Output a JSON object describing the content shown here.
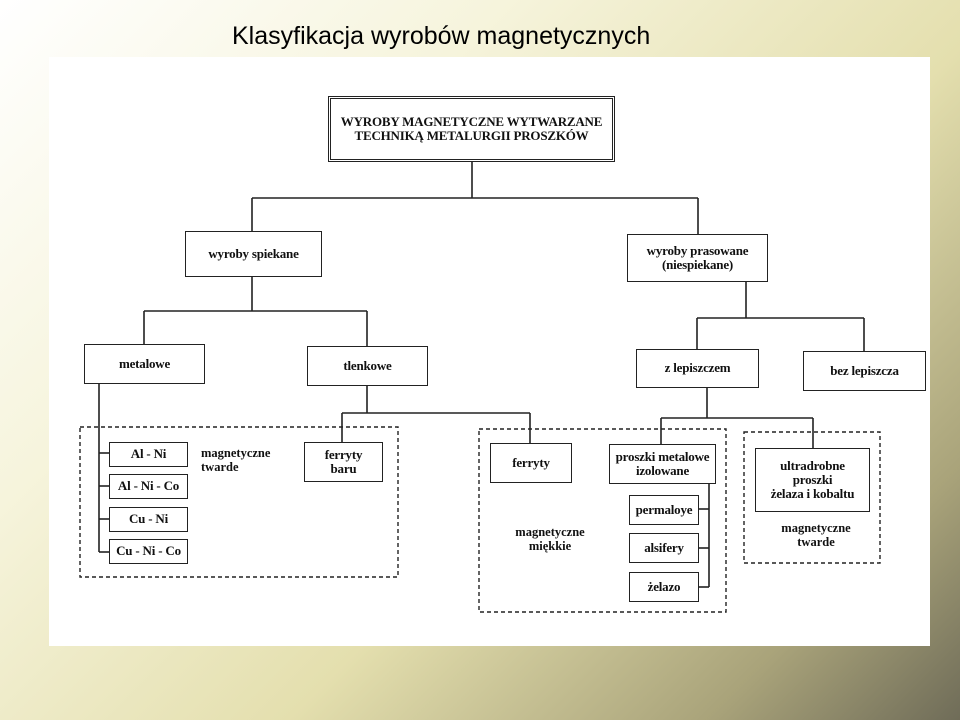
{
  "slide": {
    "title": "Klasyfikacja wyrobów magnetycznych"
  },
  "diagram": {
    "root": "WYROBY MAGNETYCZNE WYTWARZANE\nTECHNIKĄ METALURGII PROSZKÓW",
    "sintered": "wyroby spiekane",
    "pressed": "wyroby prasowane\n(niespiekane)",
    "metallic": "metalowe",
    "oxide": "tlenkowe",
    "with_binder": "z lepiszczem",
    "without_binder": "bez lepiszcza",
    "alloys": [
      "Al - Ni",
      "Al - Ni - Co",
      "Cu - Ni",
      "Cu - Ni - Co"
    ],
    "hard_magnetic_1": "magnetyczne\ntwarde",
    "barium_ferrites": "ferryty\nbaru",
    "ferrites": "ferryty",
    "insulated_powders": "proszki metalowe\nizolowane",
    "permalloy": "permaloye",
    "alsifer": "alsifery",
    "iron": "żelazo",
    "soft_magnetic": "magnetyczne\nmiękkie",
    "ultrafine": "ultradrobne\nproszki\nżelaza i kobaltu",
    "hard_magnetic_2": "magnetyczne\ntwarde"
  }
}
